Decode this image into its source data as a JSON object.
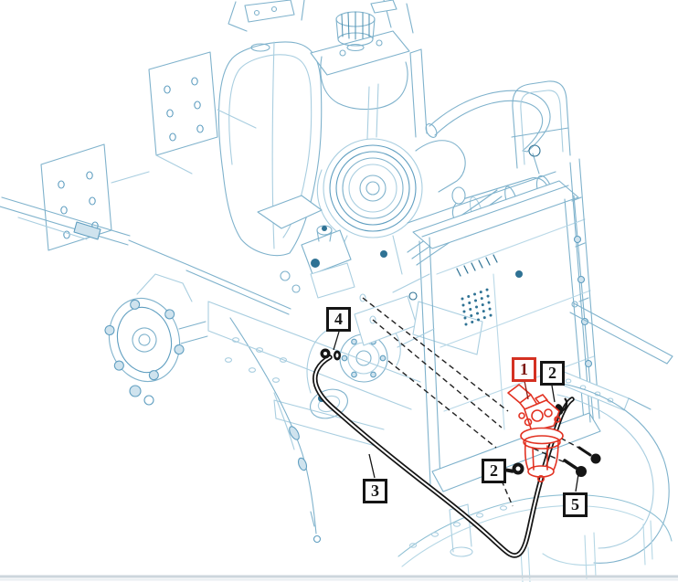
{
  "figure": {
    "kind": "exploded-parts-diagram",
    "description": "Isometric CAD line drawing of a tractor engine bay (engine, fuel tank, air cleaner, muffler, radiator, fender deck) with a fuel-filter assembly highlighted in red and a black fuel hose routed across the frame",
    "highlighted_callout": "1",
    "callouts": [
      {
        "label": "4",
        "box_color": "black"
      },
      {
        "label": "1",
        "box_color": "red"
      },
      {
        "label": "2",
        "box_color": "black"
      },
      {
        "label": "2",
        "box_color": "black"
      },
      {
        "label": "3",
        "box_color": "black"
      },
      {
        "label": "5",
        "box_color": "black"
      }
    ],
    "colors": {
      "line_art_blue": "#7fb2cc",
      "line_art_dark_blue": "#2f7294",
      "highlight_red": "#e23222",
      "hose_black": "#151515",
      "background": "#ffffff",
      "bottom_rule": "#ccd6dc"
    }
  }
}
